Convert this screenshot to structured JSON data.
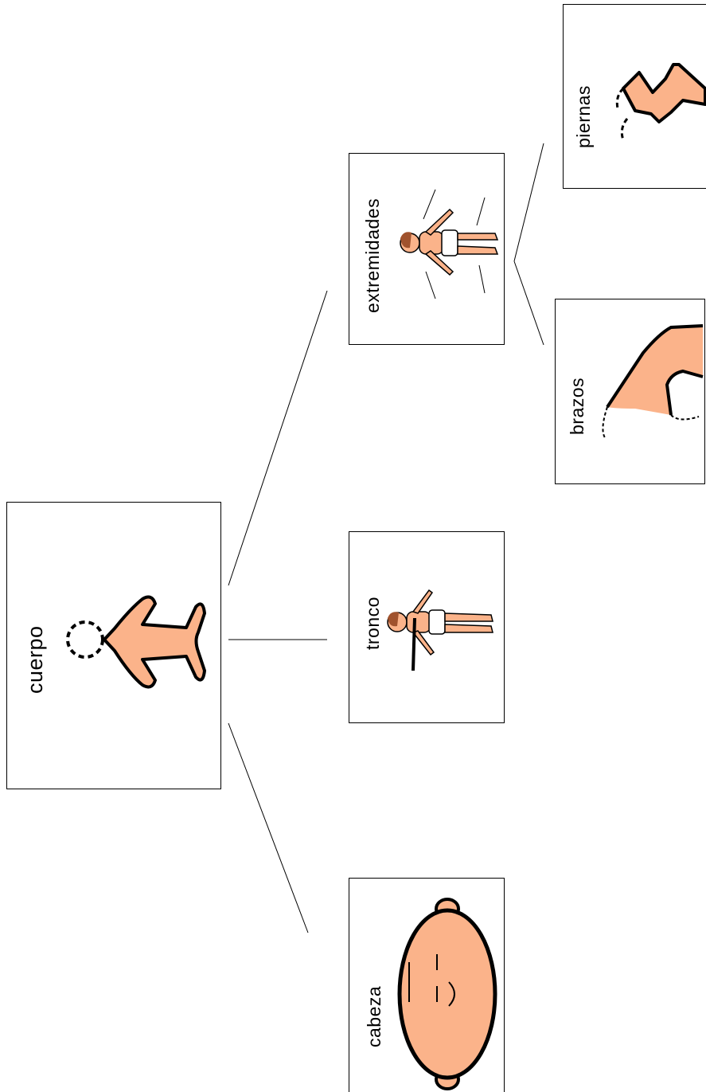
{
  "nodes": {
    "root": {
      "label": "cuerpo",
      "icon": "body-outline-icon"
    },
    "trunk": {
      "label": "tronco",
      "icon": "torso-boy-icon"
    },
    "limbs": {
      "label": "extremidades",
      "icon": "limbs-boy-icon"
    },
    "head": {
      "label": "cabeza",
      "icon": "head-icon"
    },
    "arms": {
      "label": "brazos",
      "icon": "arm-icon"
    },
    "legs": {
      "label": "piernas",
      "icon": "leg-icon"
    }
  },
  "colors": {
    "skin": "#FBB38A",
    "line": "#000000",
    "hair": "#A0522D",
    "shorts": "#FFFFFF",
    "background": "#FFFFFF"
  }
}
